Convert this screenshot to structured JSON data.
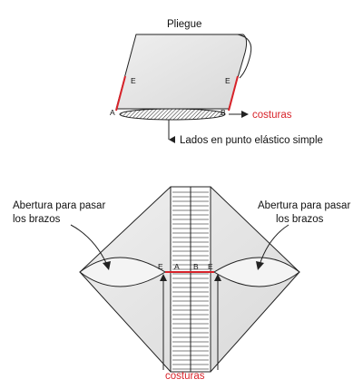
{
  "top": {
    "fold_label": "Pliegue",
    "seams_label": "costuras",
    "edges_label": "Lados en punto elástico simple",
    "point_a": "A",
    "point_b": "B",
    "point_e_left": "E",
    "point_e_right": "E"
  },
  "bottom": {
    "left_label_line1": "Abertura para pasar",
    "left_label_line2": "los brazos",
    "right_label_line1": "Abertura para pasar",
    "right_label_line2": "los brazos",
    "seams_label": "costuras",
    "points": [
      "E",
      "A",
      "B",
      "E"
    ]
  },
  "colors": {
    "seam": "#d8232a",
    "fabric": "#e6e6e6",
    "outline": "#222222"
  }
}
